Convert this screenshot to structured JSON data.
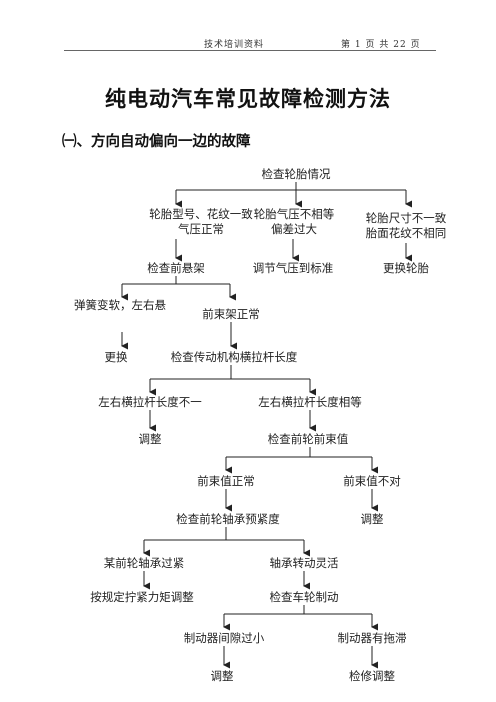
{
  "header": {
    "left": "技术培训资料",
    "page_prefix": "第",
    "page_current": "1",
    "page_mid": "页 共",
    "page_total": "22",
    "page_suffix": "页"
  },
  "title": "纯电动汽车常见故障检测方法",
  "section_title": "㈠、方向自动偏向一边的故障",
  "flow": {
    "root": "检查轮胎情况",
    "branch_a": "轮胎型号、花纹一致气压正常",
    "branch_b": "轮胎气压不相等偏差过大",
    "branch_c": "轮胎尺寸不一致胎面花纹不相同",
    "check_suspension": "检查前悬架",
    "adjust_pressure": "调节气压到标准",
    "replace_tire": "更换轮胎",
    "spring_soft": "弹簧变软，左右悬",
    "front_frame_ok": "前束架正常",
    "replace": "更换",
    "check_tie_rod": "检查传动机构横拉杆长度",
    "tie_rod_unequal": "左右横拉杆长度不一",
    "tie_rod_equal": "左右横拉杆长度相等",
    "adjust_1": "调整",
    "check_toe": "检查前轮前束值",
    "toe_ok": "前束值正常",
    "toe_bad": "前束值不对",
    "check_bearing": "检查前轮轴承预紧度",
    "adjust_2": "调整",
    "bearing_tight": "某前轮轴承过紧",
    "bearing_ok": "轴承转动灵活",
    "torque_adjust": "按规定拧紧力矩调整",
    "check_brake": "检查车轮制动",
    "brake_gap_small": "制动器间隙过小",
    "brake_drag": "制动器有拖滞",
    "adjust_3": "调整",
    "repair_adjust": "检修调整"
  }
}
